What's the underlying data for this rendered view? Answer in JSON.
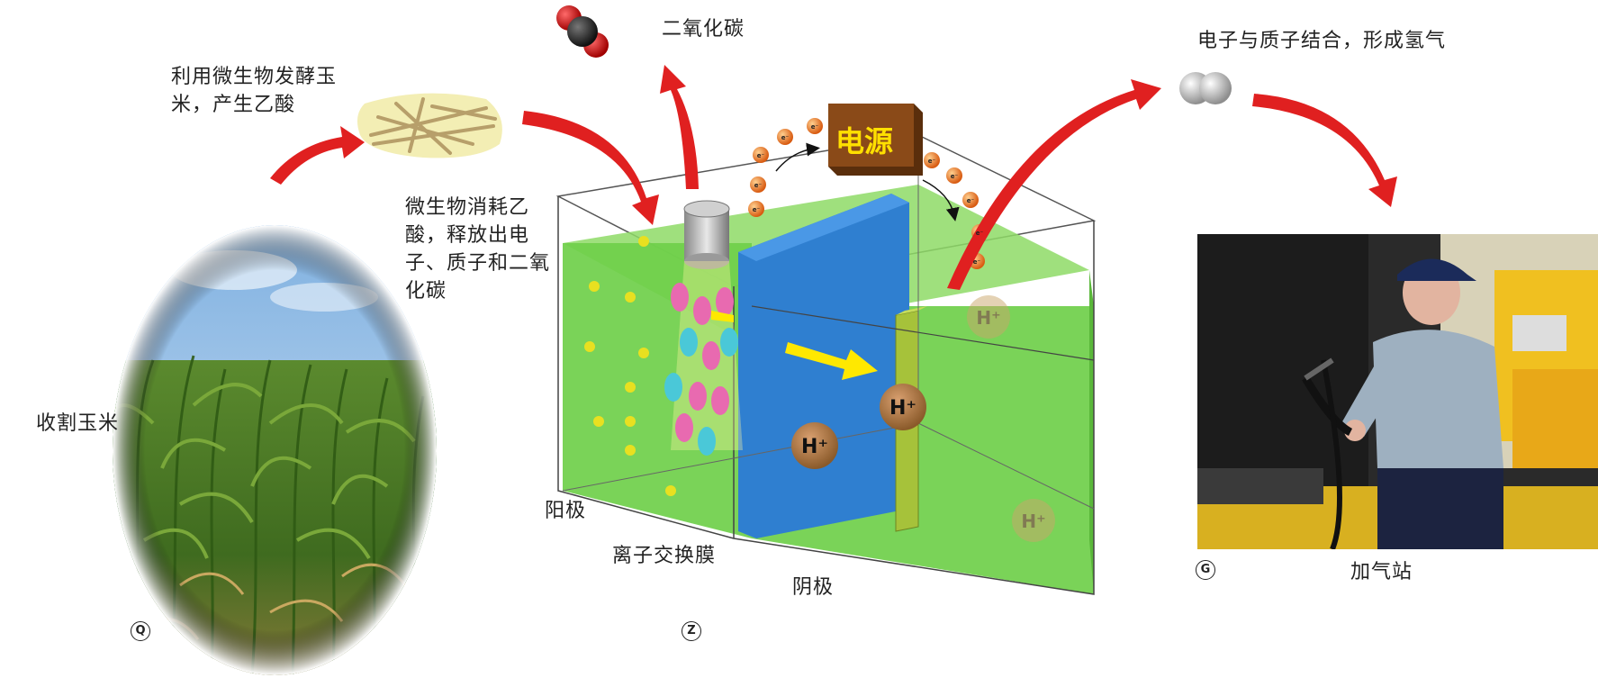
{
  "labels": {
    "harvest": "收割玉米",
    "ferment": "利用微生物发酵玉米，产生乙酸",
    "consume": "微生物消耗乙酸，释放出电子、质子和二氧化碳",
    "co2": "二氧化碳",
    "power": "电源",
    "hydrogen": "电子与质子结合，形成氢气",
    "anode": "阳极",
    "membrane": "离子交换膜",
    "cathode": "阴极",
    "station": "加气站"
  },
  "markers": {
    "panel_a": "Q",
    "panel_b": "Z",
    "panel_c": "G"
  },
  "symbols": {
    "proton": "H⁺",
    "electron": "e⁻"
  },
  "colors": {
    "arrow": "#e02020",
    "electrolyte": "#6fcf4a",
    "membrane": "#2f7fd0",
    "power_box": "#8a4a18",
    "power_text": "#ffe000",
    "electron": "#f07a20",
    "flow_arrow": "#ffe800",
    "proton": "#9c6a3a"
  },
  "icons": [
    "co2-molecule-icon",
    "hydrogen-molecule-icon",
    "power-supply-icon",
    "corn-field-image",
    "fuel-station-image",
    "acetic-acid-fibers-icon",
    "anode-cylinder-icon"
  ]
}
